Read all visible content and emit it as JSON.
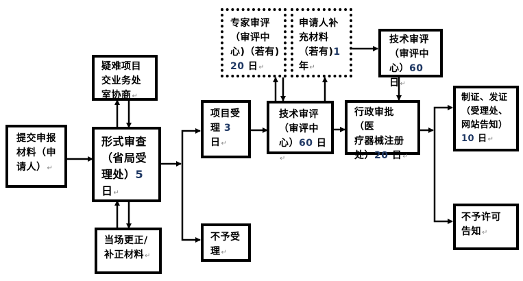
{
  "diagram": {
    "type": "flowchart",
    "nodes": {
      "submit": {
        "lines": [
          "提交申报",
          "材料（申",
          "请人）"
        ],
        "mark": "↵"
      },
      "formal_review": {
        "lines": [
          "形式审查",
          "（省局受",
          "理处）5 日"
        ],
        "mark": "↵"
      },
      "difficult": {
        "lines": [
          "疑难项目",
          "交业务处",
          "室协商"
        ],
        "mark": "↵"
      },
      "correction": {
        "lines": [
          "当场更正/",
          "补正材料"
        ],
        "mark": "↵"
      },
      "accept": {
        "lines": [
          "项目受",
          "理 3 日"
        ],
        "mark": "↵"
      },
      "reject_accept": {
        "lines": [
          "不予受",
          "理"
        ],
        "mark": "↵"
      },
      "tech_review_1": {
        "lines": [
          "技术审评",
          "（审评中",
          "心）60 日"
        ],
        "mark": "↵"
      },
      "expert_review": {
        "lines": [
          "专家审评",
          "（审评中",
          "心)（若有)",
          "20 日"
        ],
        "mark": "↵"
      },
      "applicant_supplement": {
        "lines": [
          "申请人补",
          "充材料",
          "（若有)1",
          "年"
        ],
        "mark": "↵"
      },
      "tech_review_2": {
        "lines": [
          "技术审评",
          "（审评中",
          "心）60 日"
        ],
        "mark": "↵"
      },
      "admin_approval": {
        "lines": [
          "行政审批（医",
          "疗器械注册",
          "处）20 日"
        ],
        "mark": "↵"
      },
      "issue_cert": {
        "lines": [
          "制证、发证",
          "（受理处、",
          "网站告知）",
          "10 日"
        ],
        "mark": "↵"
      },
      "deny_notice": {
        "lines": [
          "不予许可",
          "告知"
        ],
        "mark": "↵"
      }
    },
    "edges": [
      {
        "from": "submit",
        "to": "formal_review"
      },
      {
        "from": "formal_review",
        "to": "difficult"
      },
      {
        "from": "difficult",
        "to": "formal_review"
      },
      {
        "from": "formal_review",
        "to": "correction"
      },
      {
        "from": "correction",
        "to": "formal_review"
      },
      {
        "from": "formal_review",
        "to": "accept"
      },
      {
        "from": "formal_review",
        "to": "reject_accept"
      },
      {
        "from": "accept",
        "to": "tech_review_1"
      },
      {
        "from": "tech_review_1",
        "to": "expert_review"
      },
      {
        "from": "expert_review",
        "to": "tech_review_1"
      },
      {
        "from": "tech_review_1",
        "to": "applicant_supplement"
      },
      {
        "from": "applicant_supplement",
        "to": "tech_review_2"
      },
      {
        "from": "tech_review_2",
        "to": "admin_approval"
      },
      {
        "from": "tech_review_1",
        "to": "admin_approval"
      },
      {
        "from": "admin_approval",
        "to": "issue_cert"
      },
      {
        "from": "admin_approval",
        "to": "deny_notice"
      }
    ]
  }
}
